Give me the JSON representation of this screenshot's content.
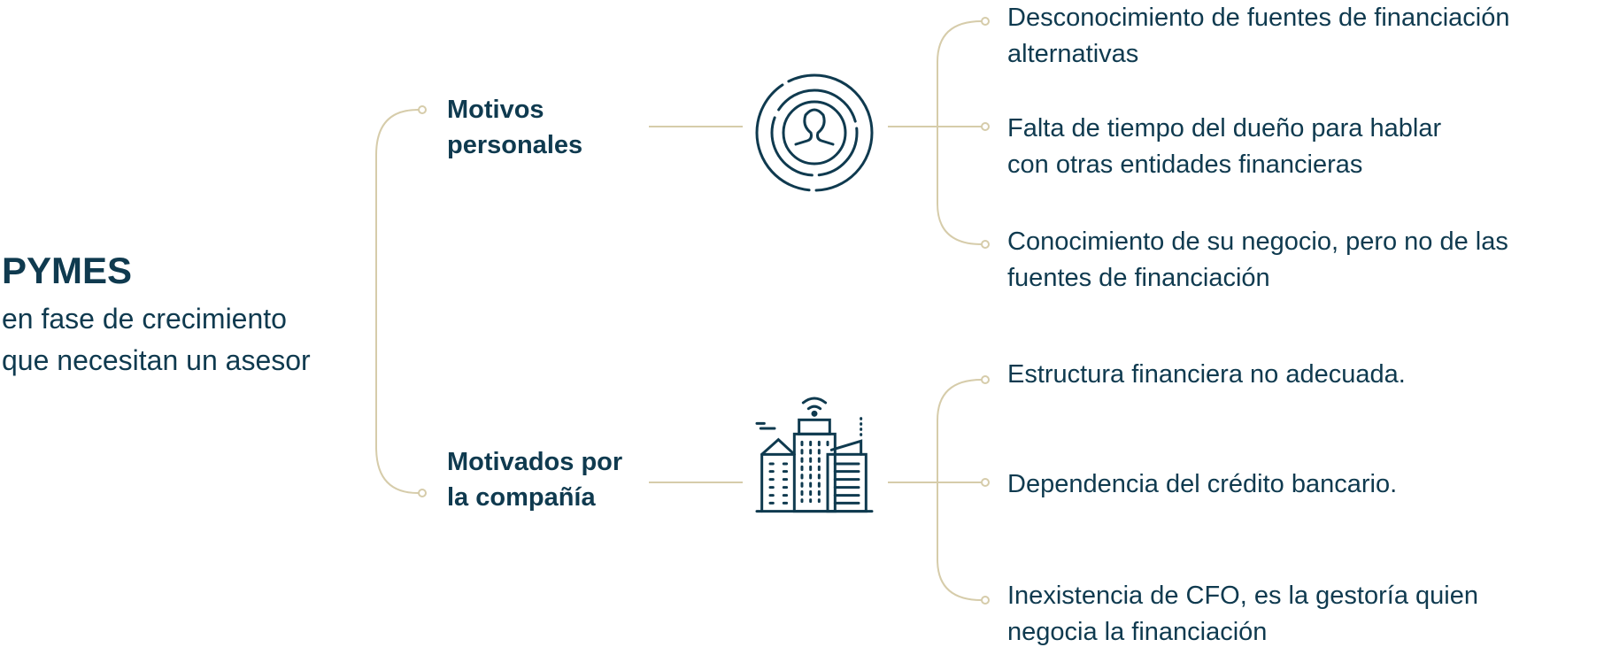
{
  "root": {
    "title": "PYMES",
    "subtitle_lines": [
      "en fase de crecimiento",
      "que necesitan un asesor"
    ]
  },
  "branches": [
    {
      "label_lines": [
        "Motivos",
        "personales"
      ],
      "icon": "person-target-icon",
      "items": [
        [
          "Desconocimiento de fuentes de financiación",
          "alternativas"
        ],
        [
          "Falta de tiempo del dueño para hablar",
          "con otras entidades financieras"
        ],
        [
          "Conocimiento de su negocio, pero no de las",
          "fuentes de financiación"
        ]
      ]
    },
    {
      "label_lines": [
        "Motivados por",
        "la compañía"
      ],
      "icon": "office-buildings-icon",
      "items": [
        [
          "Estructura financiera no adecuada."
        ],
        [
          "Dependencia del crédito bancario."
        ],
        [
          "Inexistencia de CFO, es la gestoría quien",
          "negocia la financiación"
        ]
      ]
    }
  ],
  "colors": {
    "text": "#0f3a4f",
    "connector": "#d6ccaa"
  }
}
